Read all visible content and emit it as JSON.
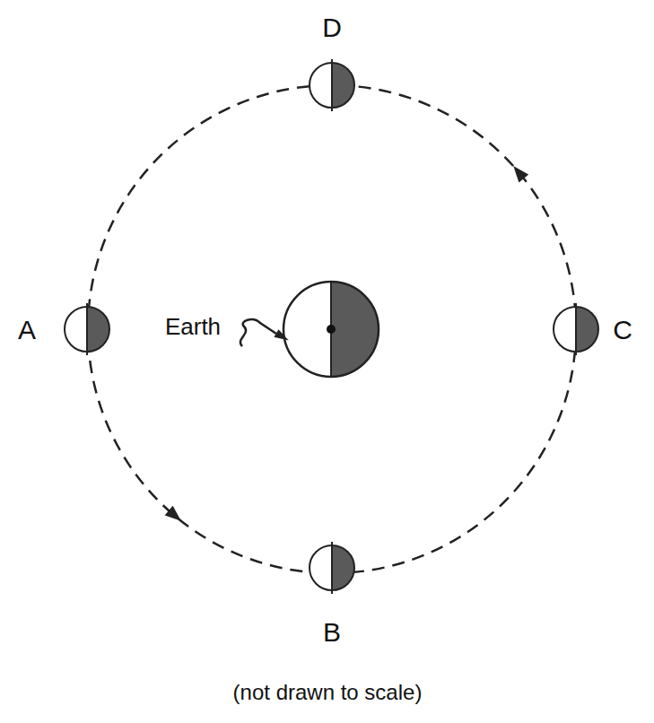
{
  "diagram": {
    "caption": "(not drawn to scale)",
    "labels": [
      "D",
      "A",
      "Earth",
      "C",
      "B"
    ]
  }
}
